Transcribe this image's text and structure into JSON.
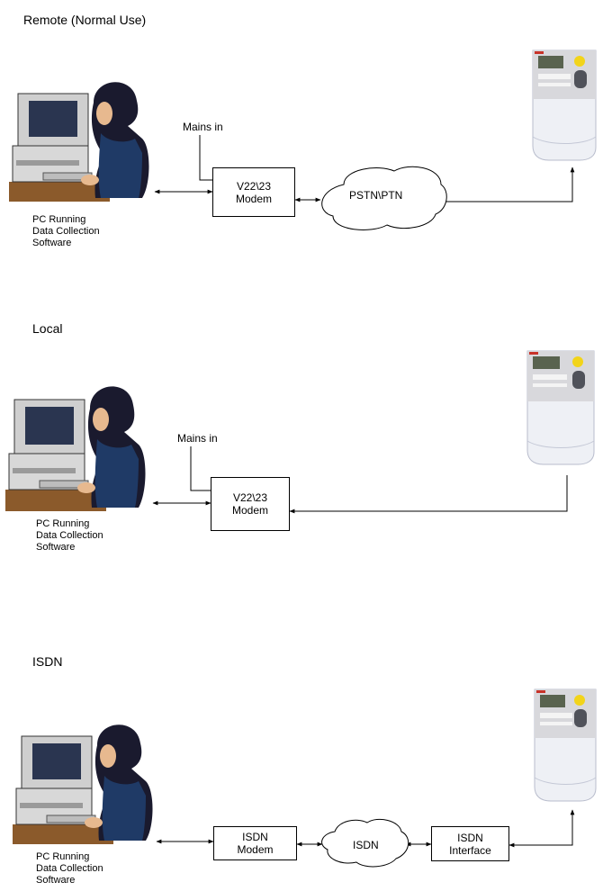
{
  "sections": [
    {
      "title": "Remote (Normal Use)",
      "mains_label": "Mains in",
      "modem_label": "V22\\23\nModem",
      "cloud_label": "PSTN\\PTN",
      "pc_caption": "PC Running\nData Collection\nSoftware"
    },
    {
      "title": "Local",
      "mains_label": "Mains in",
      "modem_label": "V22\\23\nModem",
      "pc_caption": "PC Running\nData Collection\nSoftware"
    },
    {
      "title": "ISDN",
      "modem_label": "ISDN\nModem",
      "cloud_label": "ISDN",
      "interface_label": "ISDN\nInterface",
      "pc_caption": "PC Running\nData Collection\nSoftware"
    }
  ]
}
